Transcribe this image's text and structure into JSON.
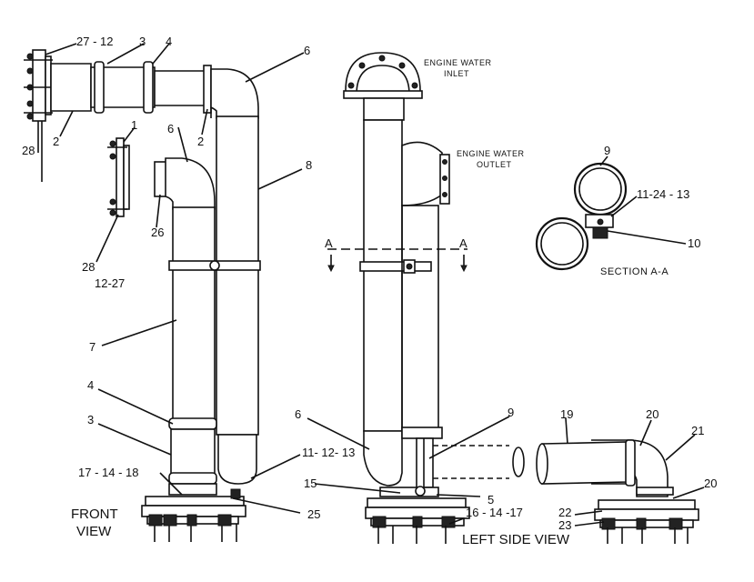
{
  "front_view": {
    "title_line1": "FRONT",
    "title_line2": "VIEW",
    "callouts": {
      "c_27_12_top": "27 - 12",
      "c_3_top": "3",
      "c_4_top": "4",
      "c_6_top": "6",
      "c_28_top": "28",
      "c_2_left": "2",
      "c_2_mid": "2",
      "c_1": "1",
      "c_6_mid": "6",
      "c_8": "8",
      "c_26": "26",
      "c_28_mid": "28",
      "c_12_27": "12-27",
      "c_7": "7",
      "c_4_low": "4",
      "c_3_low": "3",
      "c_11_12_13": "11- 12- 13",
      "c_17_14_18": "17 - 14 - 18",
      "c_25": "25"
    }
  },
  "side_view": {
    "title": "LEFT  SIDE  VIEW",
    "engine_water_inlet_1": "ENGINE WATER",
    "engine_water_inlet_2": "INLET",
    "engine_water_outlet_1": "ENGINE WATER",
    "engine_water_outlet_2": "OUTLET",
    "section_marker_left": "A",
    "section_marker_right": "A",
    "callouts": {
      "c_6": "6",
      "c_9": "9",
      "c_15": "15",
      "c_5": "5",
      "c_16_14_17": "16 - 14 -17",
      "c_19": "19",
      "c_20_top": "20",
      "c_21": "21",
      "c_20_low": "20",
      "c_22": "22",
      "c_23": "23"
    }
  },
  "section_aa": {
    "title": "SECTION  A-A",
    "callouts": {
      "c_9": "9",
      "c_11_24_13": "11-24 - 13",
      "c_10": "10"
    }
  }
}
